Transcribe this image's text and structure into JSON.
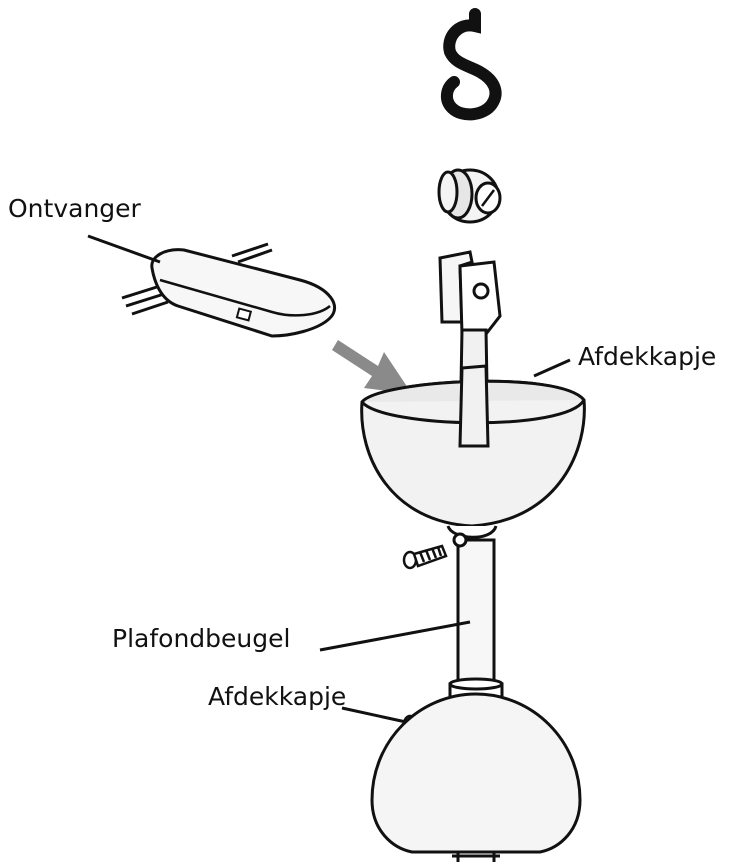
{
  "labels": {
    "receiver": "Ontvanger",
    "canopy_top": "Afdekkapje",
    "mounting_bracket": "Plafondbeugel",
    "canopy_bottom": "Afdekkapje"
  },
  "colors": {
    "ink": "#111111",
    "fill_light": "#f2f2f2",
    "arrow": "#8a8a8a"
  },
  "icons": [
    "hook-icon",
    "pulley-icon",
    "screw-icon",
    "arrow-icon"
  ]
}
